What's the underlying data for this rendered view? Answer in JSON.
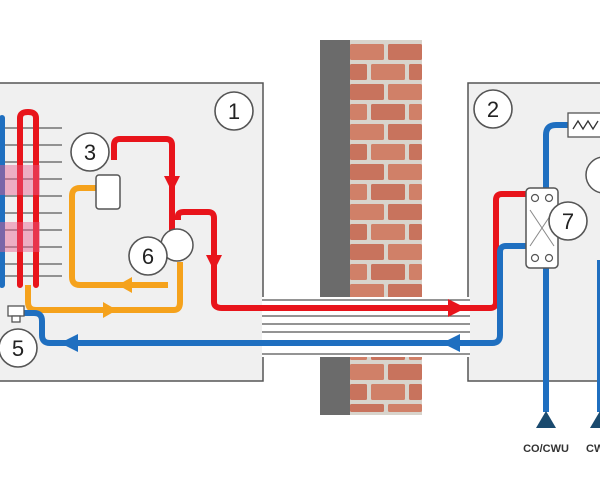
{
  "colors": {
    "hot": "#e8141b",
    "cold": "#1f6fc0",
    "warm": "#f5a21c",
    "pink": "#e85a8c",
    "wall_dark": "#6b6b6b",
    "brick": "#c8735d",
    "mortar": "#d8d4cc",
    "box_fill": "#f0f0f0",
    "box_stroke": "#555555",
    "label_dark": "#1a4a6e"
  },
  "badges": {
    "outdoor_unit": "1",
    "indoor_unit": "2",
    "compressor": "3",
    "valve": "5",
    "fan": "6",
    "exchanger": "7"
  },
  "outlets": {
    "heating_label": "CO/CWU",
    "cold_water_label": "CW"
  },
  "icons": {
    "thermostat": "wave-display-icon",
    "outlet_arrow": "triangle-up-icon"
  }
}
